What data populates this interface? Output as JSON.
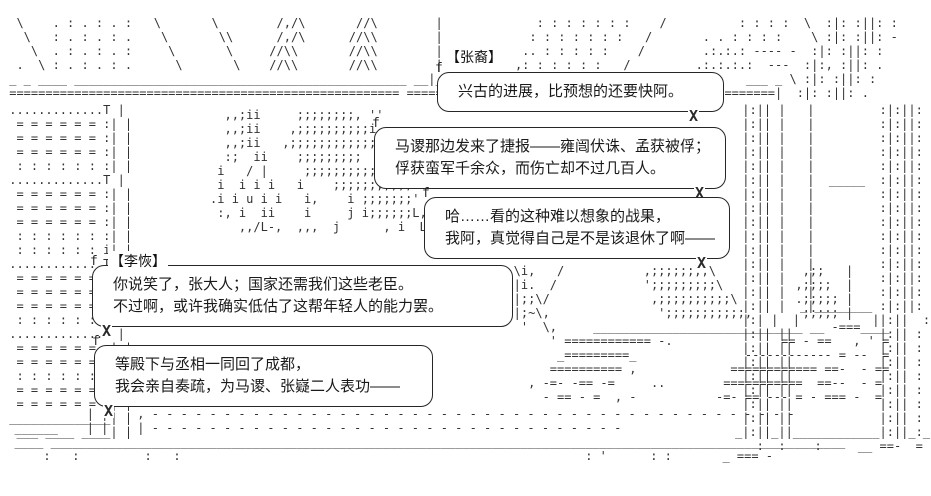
{
  "colors": {
    "background": "#ffffff",
    "ink": "#1a1a1a",
    "art_lines": "#333333",
    "bubble_border": "#262626"
  },
  "speakers": {
    "zhangyi": "【张裔】",
    "lihui": "【李恢】"
  },
  "bubbles": {
    "b1": {
      "line1": "兴古的进展，比预想的还要快阿。"
    },
    "b2": {
      "line1": "马谡那边发来了捷报——雍闿伏诛、孟获被俘；",
      "line2": "俘获蛮军千余众，而伤亡却不过几百人。"
    },
    "b3": {
      "line1": "哈……看的这种难以想象的战果，",
      "line2": "我阿，真觉得自己是不是该退休了啊——"
    },
    "b4": {
      "line1": "你说笑了，张大人；国家还需我们这些老臣。",
      "line2": "不过啊，或许我确实低估了这帮年轻人的能力罢。"
    },
    "b5": {
      "line1": "等殿下与丞相一同回了成都，",
      "line2": "我会亲自奏疏，为马谡、张嶷二人表功——"
    }
  },
  "decor": {
    "corner_f": "f",
    "tail_x": "X"
  },
  "art": {
    "top": "  \\    . : . : . :   \\       \\        /,/\\       //\\        |             : : : : : : :    /          : : : :  \\  :|: :||: :\n   \\   : . : . : .    \\       \\\\      /,/\\      //\\\\        |            : : : : : : :   /       . . : : : :    \\ :|: :||: -\n    \\  . : . : . :     \\       \\     //\\\\       //\\\\        |           .. : : : : :    /        .:.:.: ---- -  :|: :||: :\n  .  \\ : . : . : .      \\       \\    //\\\\       //\\\\        |          ,: : : : : :   /         .:.:.:.:  ---  :|:, :||: .\n _ _ ____ ______________________________________________ __|_ ____                                     ___ _ \\ :|: :||: :\n ====================================================== ======  |                                  |=======|  :|: :||: .",
    "left_wall": " .............T |\n  = = = = = = :| |\n  = = = = = = :| |\n  = = = = = = :| |\n  : : : : : : :| |\n .............T |\n  = = = = = = :| |\n  = = = = = = :| |\n  = = = = = = :| |\n  : : : : : : :| |\n  : : : : : : i| |\n .............T |\n  = = = = = = :| |\n  = = = = = = :| |\n  = = = = = = :| |\n  : : : : : : :| |\n .............T |\n  = = = = = = :| |\n  = = = = = = :| |\n  : : : : : : :| |\n  = = = = = = :| |\n  = = = = = = :| |\n ______________| |\n  ___ ____ ____| |",
    "figure": "           ,,;ii     ;;;;;;;;, ''\n           ,,;ii    ,;;;;;;;;;;i,\n           ,,;ii   ,;;;;;;;;;;;;i.\n           :;  ii    ;;;;;;;;;  \\y,\n          i   / |     ;;;;;;;;;;;;;1,\n          i  i i i   i    ;;;;;;;;;;;i\n         .i i u i i   i,    i ;;;;;;;'\n          :, i  ii    i     j i;;;;;;L,  : '\n             ,,/L-,  ,,,  j      , i  L;;;;;;,   , i,   '",
    "hedge": "   \\i,   /           ,;;;;;;;;\\            ,;;   |\n   |i.  /            ';;;;;;;;;\\          ,;;;;  |\n   |;;\\/              ,;;;;;;;;;;\\        .;;;;; |\n   |;~\\,               ';;;;;;;;;;;,       ;;;;; |\n    '  \\,     _____________________________ __ -===____\n        ' ============ -.               == - ==   , ' =\n         _=========_               ------------ = --  =\n        ========== ,             ============ ==-  - ==\n     , -=- -== -=     ..        ===========  ==--  - =\n       - == - =  , -           -=- == --- = - === -  =",
    "pillars": " |:|| |   |         :|:||: :\n |:|| |   |         :|:||: :\n |:|| |   |         :|:||: :\n |:|| |   |         :|:||: :\n |:|| |   |         :|:||: :\n |:|| |   |  _____  :|:||: :\n |:|| |   |         :|:||: :\n |:|| |   |         :|:||: :\n |:|| |   |         :|:||: :\n |:|| |   |         :|:||: :\n |:|| |   |         :|:||: :\n |:|| |   |         :|:||: :\n |:|| |   |         :|:||: :\n |:|| |   |         :|:||: :\n |:|| |  _|________ :|:||: :\n |:| |  |          ||:||  :\n |:|| ||            |:|| :\n |:|| ||            |:|| :\n |:|| ||            |:|| :\n |:|| ||            |:|| :\n |:|| ||            |:|| :\n |:|| ||            |:|| :\n |:|| ||            |:|| :\n_|:||_||____________|:||_:_\n   :  :    :     __ ==-  =",
    "floor": "            | |    , - - - - - - - - - - - - - - - - - - - - - - - - - - - - - - - - - - - - - - - - - - - - -\n  ______    | |    | - - - - - - - - - - - - - - - - - - - - - - - - - - - - - - - - -\n  ____ ______________________________________________________________________________________________________________\n      :   :         :   :                                                        : '      : :       _ === -"
  }
}
